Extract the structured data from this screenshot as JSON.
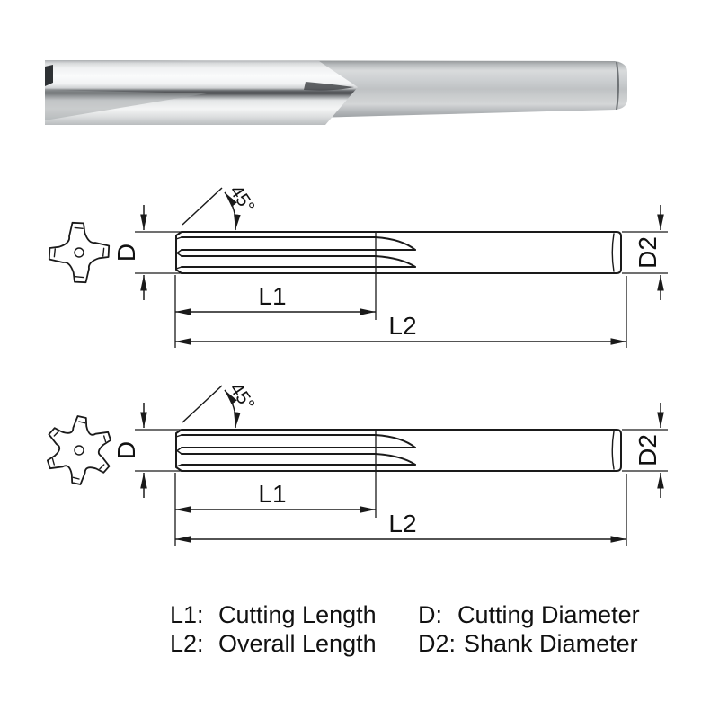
{
  "labels": {
    "angle": "45°",
    "d": "D",
    "d2": "D2",
    "l1": "L1",
    "l2": "L2"
  },
  "legend": {
    "l1_key": "L1:",
    "l1_val": "Cutting Length",
    "l2_key": "L2:",
    "l2_val": "Overall Length",
    "d_key": "D:",
    "d_val": "Cutting Diameter",
    "d2_key": "D2:",
    "d2_val": "Shank Diameter"
  },
  "drawings": [
    {
      "name": "four-flute-reamer",
      "flutes": 4
    },
    {
      "name": "six-flute-reamer",
      "flutes": 6
    }
  ],
  "colors": {
    "line": "#1a1a1a",
    "photo_steel_light": "#f2f3f4",
    "photo_steel_mid": "#b0b4b7",
    "photo_steel_dark": "#45484b"
  }
}
